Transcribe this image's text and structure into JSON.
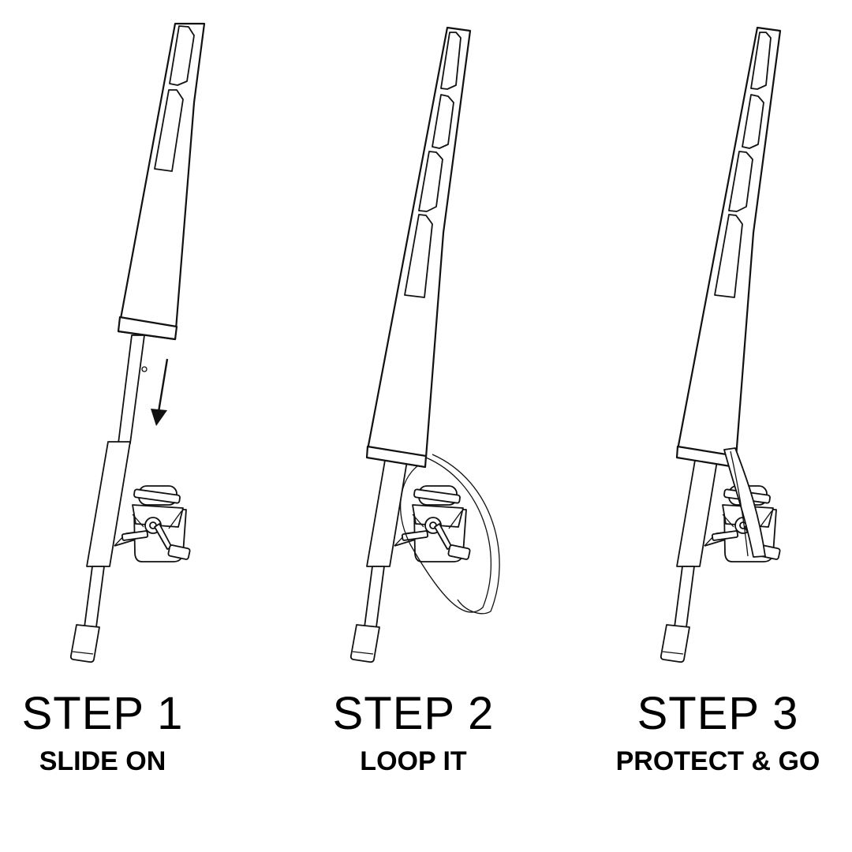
{
  "steps": [
    {
      "title": "STEP 1",
      "subtitle": "SLIDE ON"
    },
    {
      "title": "STEP 2",
      "subtitle": "LOOP IT"
    },
    {
      "title": "STEP 3",
      "subtitle": "PROTECT & GO"
    }
  ],
  "icons": [
    "fishing-rod-icon",
    "rod-sleeve-icon",
    "reel-icon",
    "strap-icon",
    "arrow-down-icon"
  ],
  "colors": {
    "line": "#111111",
    "background": "#ffffff"
  }
}
